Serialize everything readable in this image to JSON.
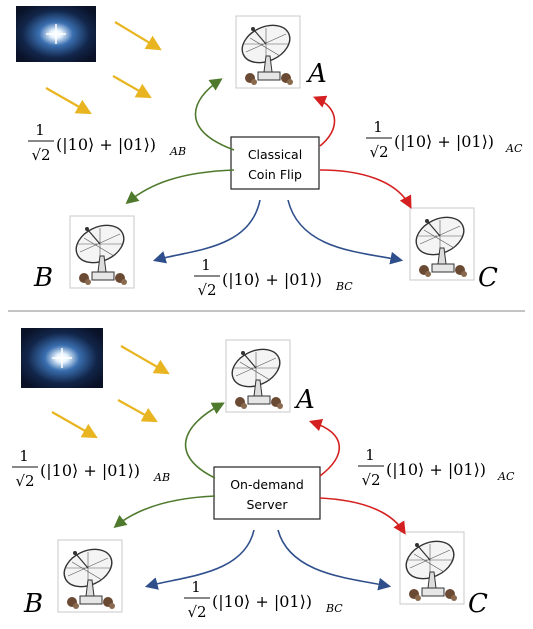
{
  "panels": [
    {
      "box_line1": "Classical",
      "box_line2": "Coin Flip",
      "node_a": "A",
      "node_b": "B",
      "node_c": "C",
      "state_ab": {
        "num": "1",
        "den": "√2",
        "body": "(|10⟩ + |01⟩)",
        "sub": "AB"
      },
      "state_ac": {
        "num": "1",
        "den": "√2",
        "body": "(|10⟩ + |01⟩)",
        "sub": "AC"
      },
      "state_bc": {
        "num": "1",
        "den": "√2",
        "body": "(|10⟩ + |01⟩)",
        "sub": "BC"
      }
    },
    {
      "box_line1": "On-demand",
      "box_line2": "Server",
      "node_a": "A",
      "node_b": "B",
      "node_c": "C",
      "state_ab": {
        "num": "1",
        "den": "√2",
        "body": "(|10⟩ + |01⟩)",
        "sub": "AB"
      },
      "state_ac": {
        "num": "1",
        "den": "√2",
        "body": "(|10⟩ + |01⟩)",
        "sub": "AC"
      },
      "state_bc": {
        "num": "1",
        "den": "√2",
        "body": "(|10⟩ + |01⟩)",
        "sub": "BC"
      }
    }
  ],
  "colors": {
    "arrow_a": "#4f7a2e",
    "arrow_ac": "#d42020",
    "arrow_bc": "#2f4f8c",
    "starlight": "#e8b420",
    "divider": "#a0a0a0"
  },
  "icons": [
    "star-image",
    "satellite-dish-icon"
  ]
}
